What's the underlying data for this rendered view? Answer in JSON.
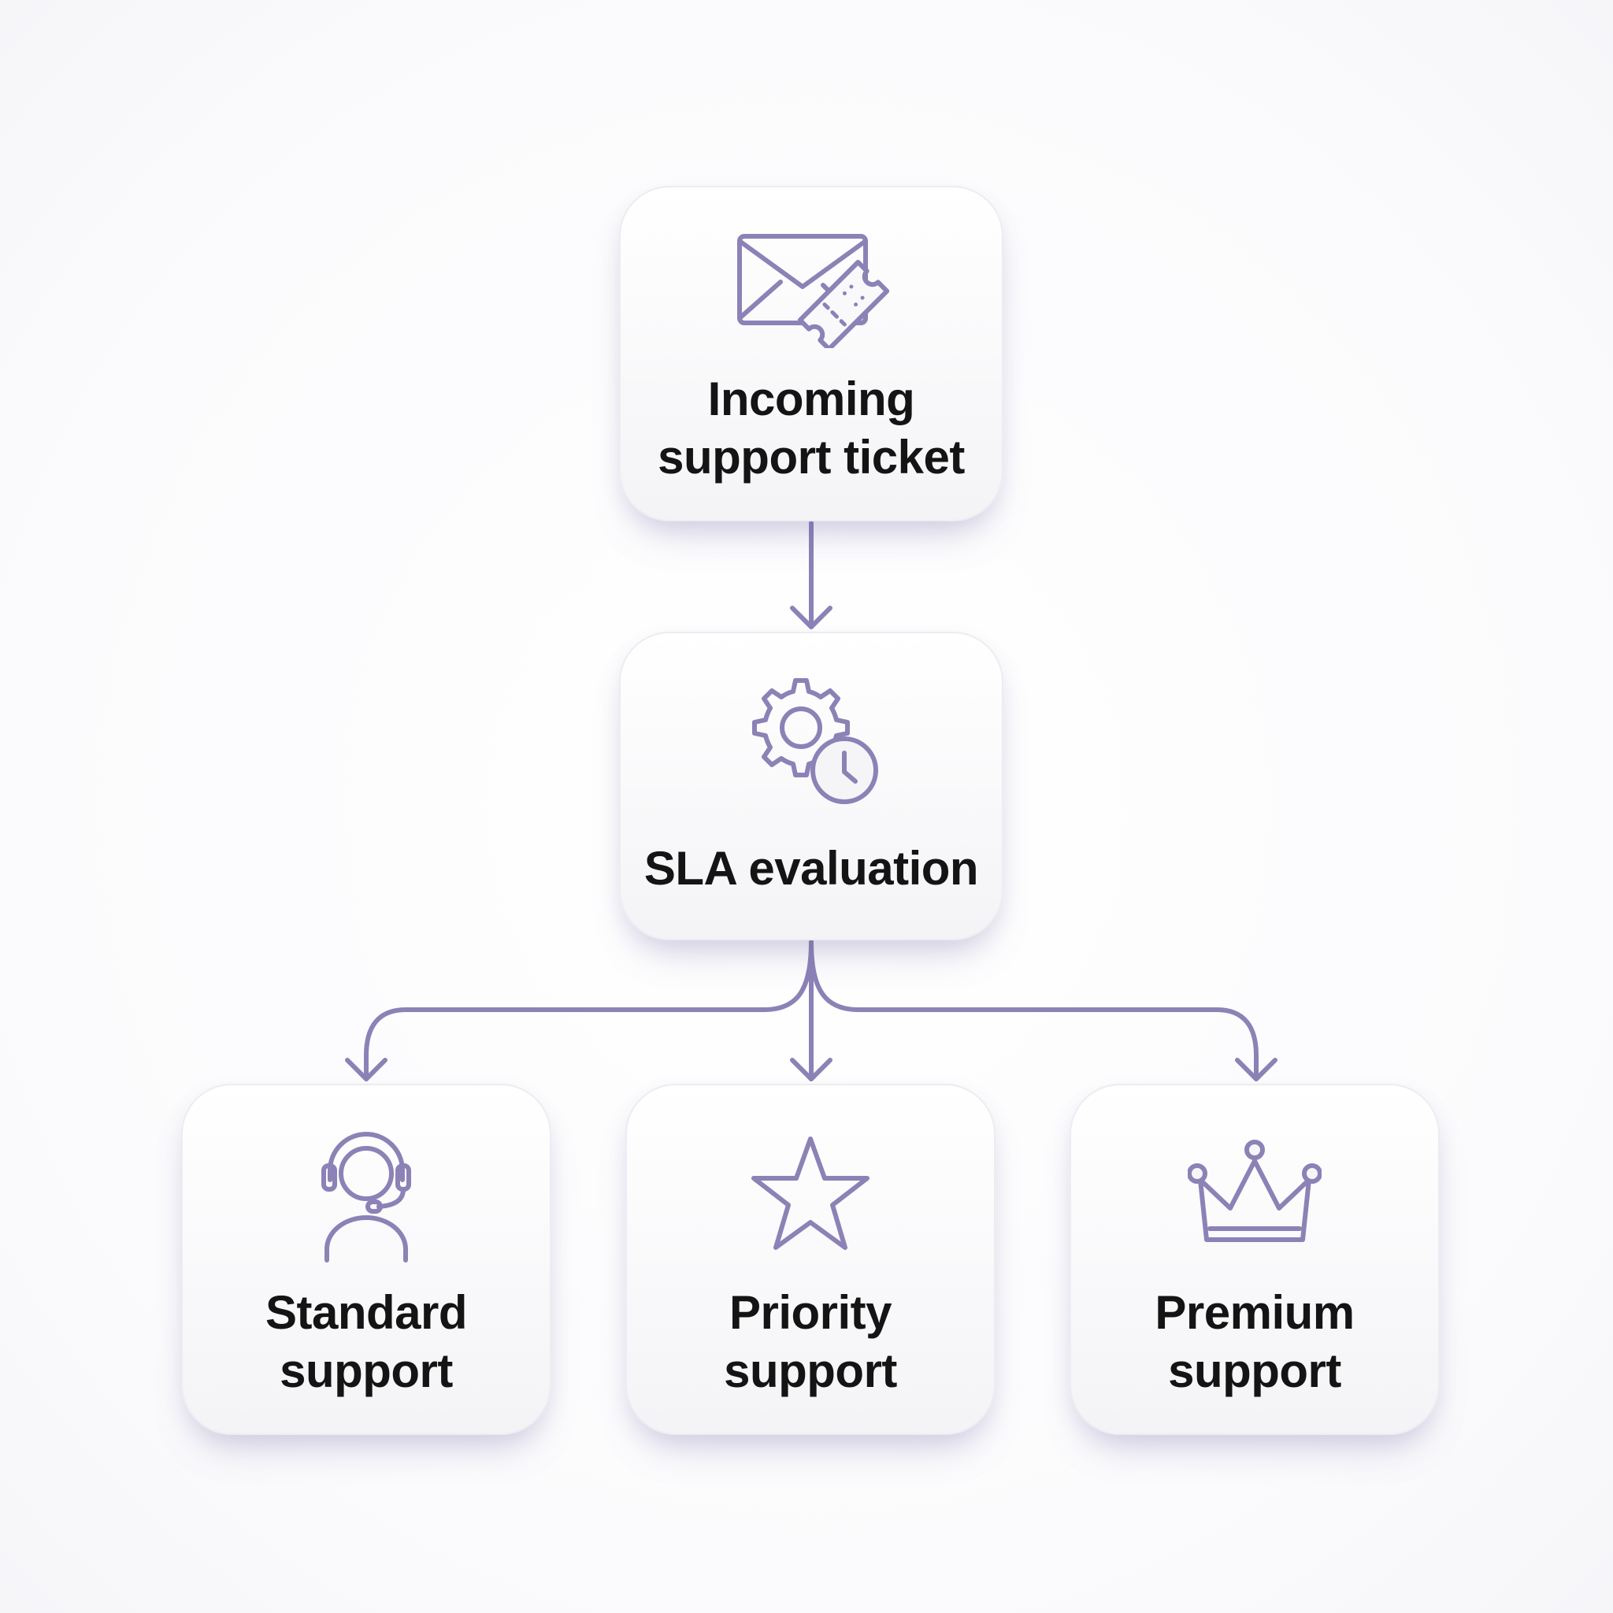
{
  "accent_color": "#8c82b6",
  "nodes": {
    "incoming": {
      "line1": "Incoming",
      "line2": "support ticket",
      "icon": "envelope-ticket-icon"
    },
    "sla": {
      "line1": "SLA evaluation",
      "icon": "gear-clock-icon"
    },
    "standard": {
      "line1": "Standard",
      "line2": "support",
      "icon": "headset-agent-icon"
    },
    "priority": {
      "line1": "Priority",
      "line2": "support",
      "icon": "star-icon"
    },
    "premium": {
      "line1": "Premium",
      "line2": "support",
      "icon": "crown-icon"
    }
  },
  "edges": [
    {
      "from": "incoming",
      "to": "sla"
    },
    {
      "from": "sla",
      "to": "standard"
    },
    {
      "from": "sla",
      "to": "priority"
    },
    {
      "from": "sla",
      "to": "premium"
    }
  ]
}
